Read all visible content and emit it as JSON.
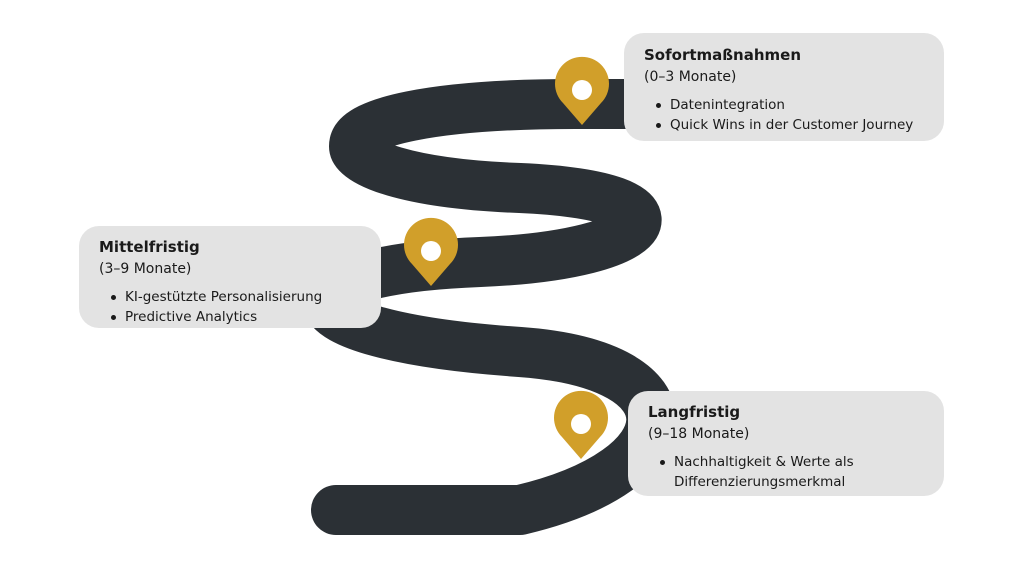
{
  "colors": {
    "road": "#2b3035",
    "pin": "#d19f2a",
    "pin_hole": "#ffffff",
    "card_bg": "#e3e3e3",
    "text": "#1a1a1a"
  },
  "icons": [
    "map-pin-icon",
    "map-pin-icon",
    "map-pin-icon"
  ],
  "stages": {
    "sofort": {
      "title": "Sofortmaßnahmen",
      "period": "(0–3 Monate)",
      "items": [
        "Datenintegration",
        "Quick Wins in der Customer Journey"
      ]
    },
    "mittel": {
      "title": "Mittelfristig",
      "period": "(3–9 Monate)",
      "items": [
        "KI-gestützte Personalisierung",
        "Predictive Analytics"
      ]
    },
    "lang": {
      "title": "Langfristig",
      "period": "(9–18 Monate)",
      "items": [
        "Nachhaltigkeit & Werte als Differenzierungsmerkmal"
      ]
    }
  }
}
